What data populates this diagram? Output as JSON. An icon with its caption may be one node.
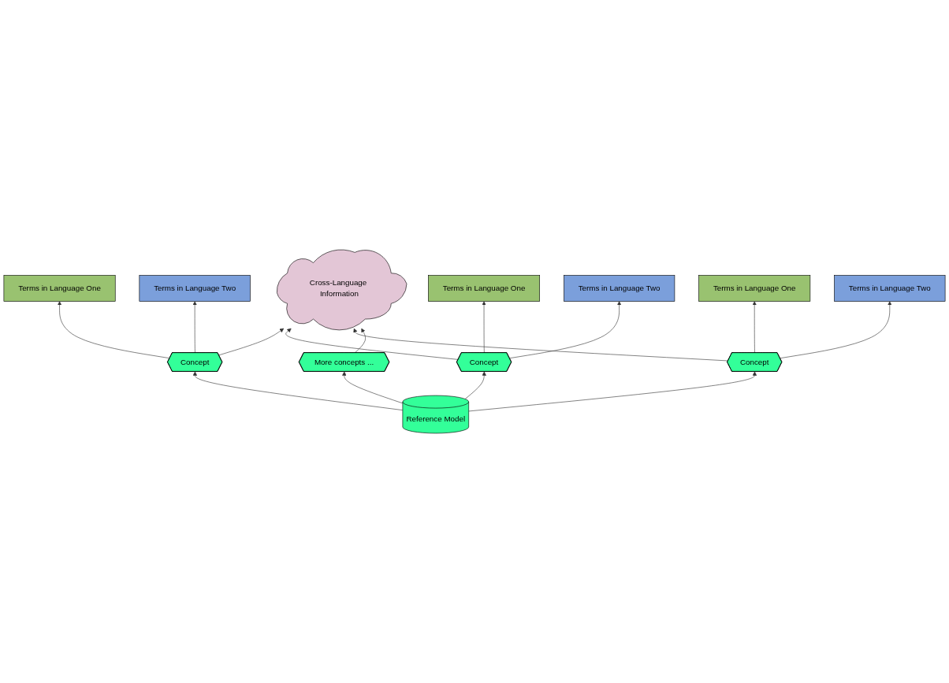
{
  "diagram": {
    "nodes": [
      {
        "text": [
          "Terms in Language One"
        ]
      },
      {
        "text": [
          "Terms in Language Two"
        ]
      },
      {
        "text": [
          "Terms in Language One"
        ]
      },
      {
        "text": [
          "Terms in Language Two"
        ]
      },
      {
        "text": [
          "Concept"
        ]
      },
      {
        "text": [
          "Concept"
        ]
      },
      {
        "text": [
          "Terms in Language One"
        ]
      },
      {
        "text": [
          "Terms in Language Two"
        ]
      },
      {
        "text": [
          "Reference Model"
        ]
      },
      {
        "text": [
          "Cross-Language Information"
        ]
      },
      {
        "text": [
          "Concept"
        ]
      },
      {
        "text": [
          "More concepts ..."
        ]
      }
    ],
    "edges": [
      {
        "from": 4,
        "to": 0,
        "arrow": "to"
      },
      {
        "from": 4,
        "to": 1,
        "arrow": "to"
      },
      {
        "from": 5,
        "to": 2,
        "arrow": "to"
      },
      {
        "from": 5,
        "to": 3,
        "arrow": "to"
      },
      {
        "from": 8,
        "to": 4,
        "arrow": "to"
      },
      {
        "from": 8,
        "to": 5,
        "arrow": "to"
      },
      {
        "from": 4,
        "to": 9,
        "arrow": "to"
      },
      {
        "from": 5,
        "to": 9,
        "arrow": "to"
      },
      {
        "from": 10,
        "to": 6,
        "arrow": "to"
      },
      {
        "from": 10,
        "to": 7,
        "arrow": "to"
      },
      {
        "from": 8,
        "to": 10,
        "arrow": "to"
      },
      {
        "from": 10,
        "to": 9,
        "arrow": "to"
      },
      {
        "from": 8,
        "to": 11,
        "arrow": "to"
      },
      {
        "from": 11,
        "to": 9,
        "arrow": "to"
      }
    ]
  }
}
